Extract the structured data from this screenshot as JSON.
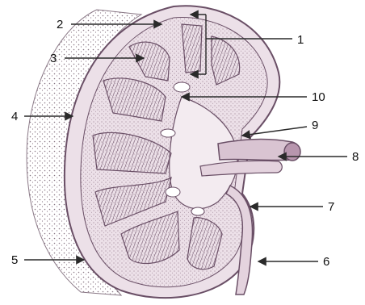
{
  "labels": [
    "1",
    "2",
    "3",
    "4",
    "5",
    "6",
    "7",
    "8",
    "9",
    "10"
  ],
  "colors": {
    "tissue_fill": "#ece0e8",
    "outline": "#6a4f66",
    "pyramid": "#b896ae",
    "fat_dots": "#8a7886",
    "arrow": "#2a2a2a"
  }
}
